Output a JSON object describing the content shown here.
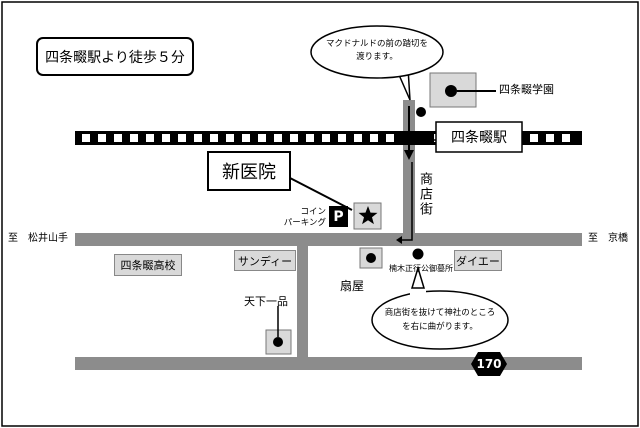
{
  "title": "四条畷駅より徒歩５分",
  "clinic_name": "新医院",
  "station": "四条畷駅",
  "school_top": "四条畷学園",
  "high_school": "四条畷高校",
  "coin_parking": {
    "line1": "コイン",
    "line2": "パーキング",
    "symbol": "P"
  },
  "shopping_street": "商店街",
  "to_left": "至　松井山手",
  "to_right": "至　京橋",
  "sundy": "サンディー",
  "daiei": "ダイエー",
  "ougiya": "扇屋",
  "kusunoki": "楠木正行公御墓所",
  "tenka": "天下一品",
  "route_number": "170",
  "bubble_top": {
    "line1": "マクドナルドの前の踏切を",
    "line2": "渡ります。"
  },
  "bubble_bottom": {
    "line1": "商店街を抜けて神社のところ",
    "line2": "を右に曲がります。"
  },
  "colors": {
    "road": "#8c8c8c",
    "store_box": "#d9d9d9",
    "black": "#000000"
  }
}
